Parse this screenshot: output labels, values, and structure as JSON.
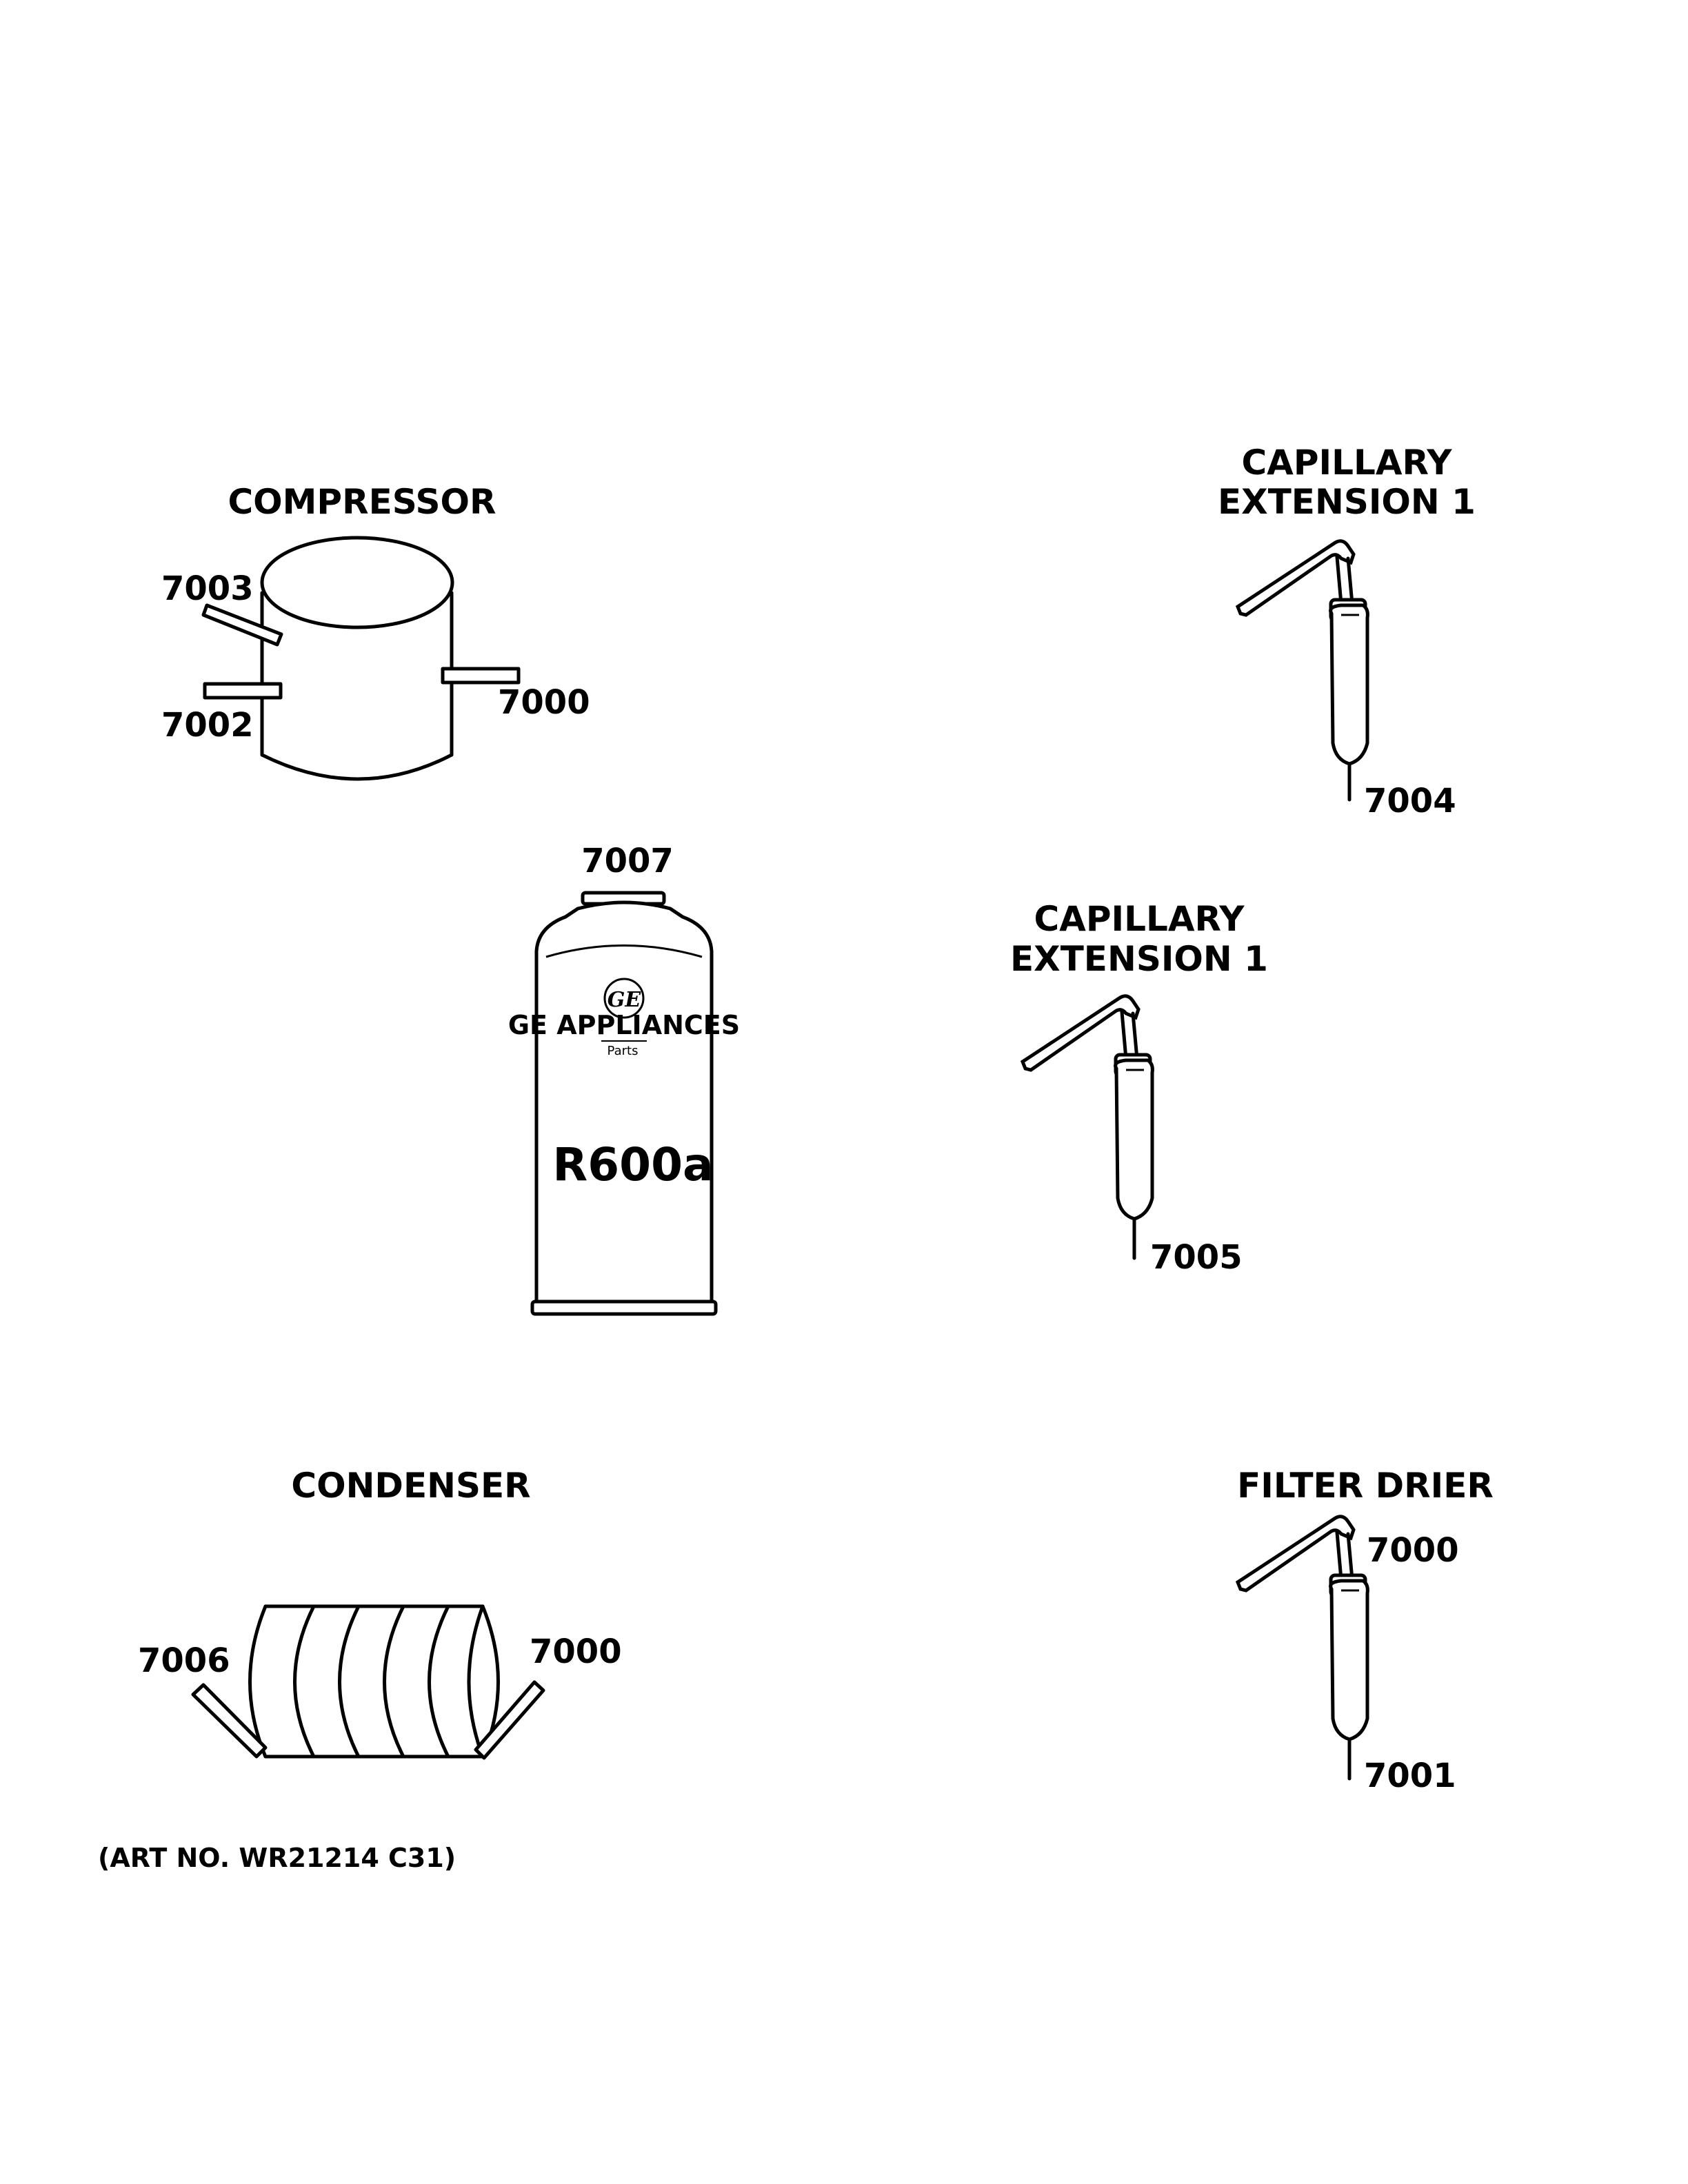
{
  "compressor": {
    "title": "COMPRESSOR",
    "labels": [
      "7003",
      "7002",
      "7000"
    ]
  },
  "cap_ext_top": {
    "title_line1": "CAPILLARY",
    "title_line2": "EXTENSION 1",
    "label": "7004"
  },
  "cap_ext_mid": {
    "title_line1": "CAPILLARY",
    "title_line2": "EXTENSION 1",
    "label": "7005"
  },
  "refrigerant": {
    "label": "7007",
    "brand": "GE APPLIANCES",
    "sub": "Parts",
    "logo_text": "GE",
    "gas": "R600a"
  },
  "condenser": {
    "title": "CONDENSER",
    "labels": [
      "7006",
      "7000"
    ]
  },
  "filter_drier": {
    "title": "FILTER DRIER",
    "labels": [
      "7000",
      "7001"
    ]
  },
  "art_no": "(ART NO. WR21214 C31)",
  "icons": [
    "compressor-icon",
    "capillary-tube-icon",
    "refrigerant-can-icon",
    "condenser-coil-icon",
    "filter-drier-icon"
  ]
}
